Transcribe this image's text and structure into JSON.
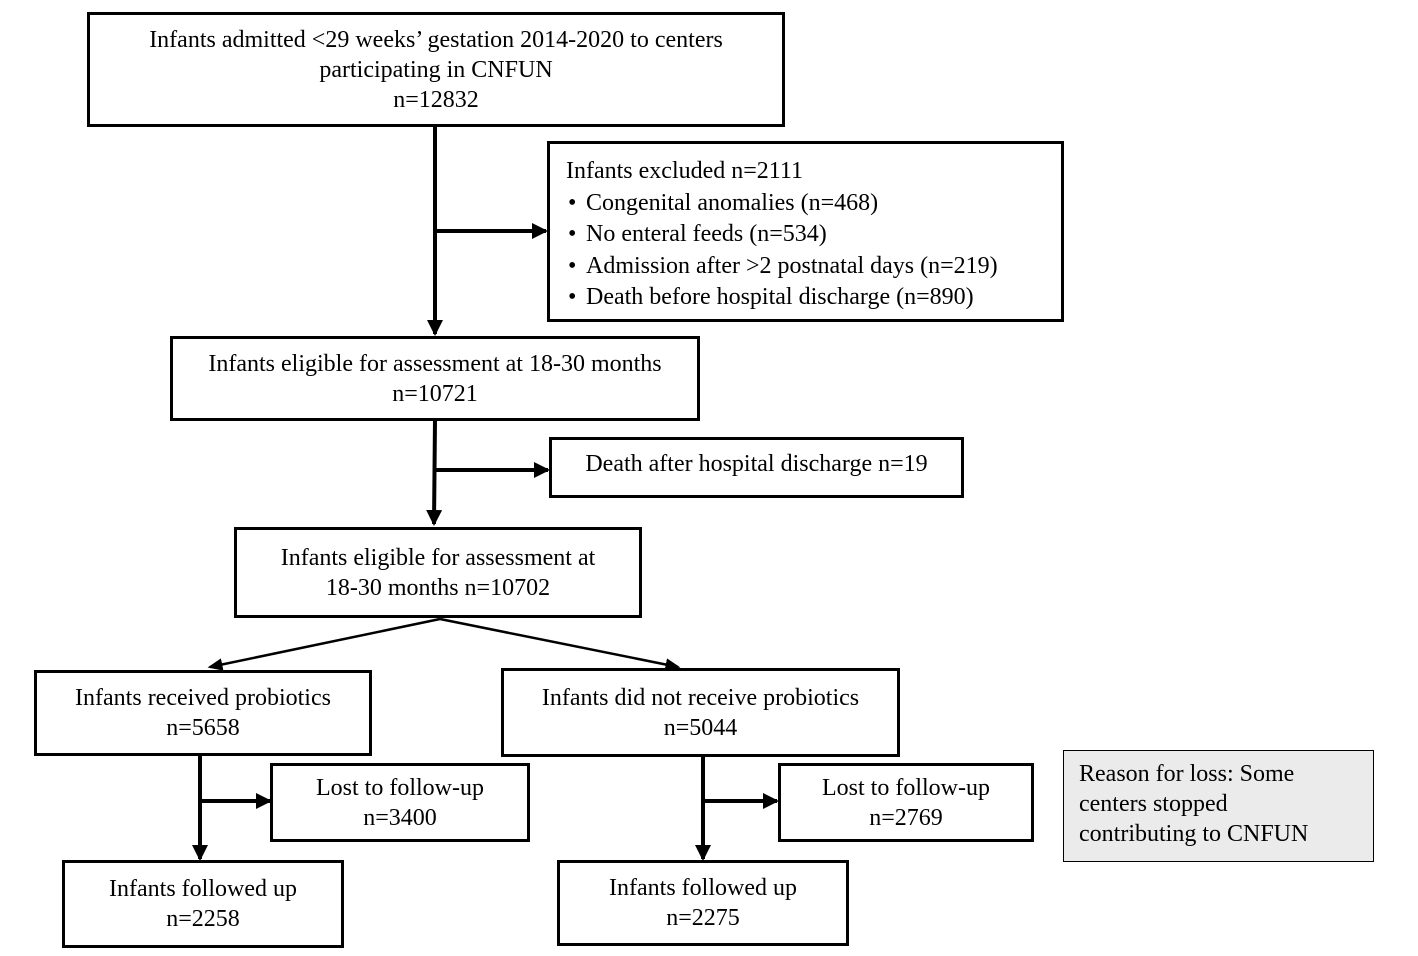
{
  "diagram": {
    "admitted": {
      "lines": [
        "Infants admitted <29 weeks’ gestation 2014-2020 to centers",
        "participating in CNFUN",
        "n=12832"
      ]
    },
    "excluded": {
      "heading": "Infants excluded n=2111",
      "bullet_glyph": "•",
      "reasons": [
        "Congenital anomalies (n=468)",
        "No enteral feeds (n=534)",
        "Admission after >2 postnatal days (n=219)",
        "Death before hospital discharge (n=890)"
      ]
    },
    "eligible_1": {
      "lines": [
        "Infants eligible for assessment at 18-30 months",
        "n=10721"
      ]
    },
    "death_after_discharge": {
      "lines": [
        "Death after hospital discharge n=19"
      ]
    },
    "eligible_2": {
      "lines": [
        "Infants eligible for assessment at",
        "18-30 months n=10702"
      ]
    },
    "received_probiotics": {
      "lines": [
        "Infants received probiotics",
        "n=5658"
      ]
    },
    "no_probiotics": {
      "lines": [
        "Infants did not receive probiotics",
        "n=5044"
      ]
    },
    "lost_left": {
      "lines": [
        "Lost to follow-up",
        "n=3400"
      ]
    },
    "lost_right": {
      "lines": [
        "Lost to follow-up",
        "n=2769"
      ]
    },
    "followed_left": {
      "lines": [
        "Infants followed up",
        "n=2258"
      ]
    },
    "followed_right": {
      "lines": [
        "Infants followed up",
        "n=2275"
      ]
    },
    "loss_note": {
      "lines": [
        "Reason for loss: Some",
        "centers stopped",
        "contributing to CNFUN"
      ]
    }
  },
  "colors": {
    "line": "#000000",
    "box_fill": "#ffffff",
    "note_fill": "#ebebeb"
  }
}
